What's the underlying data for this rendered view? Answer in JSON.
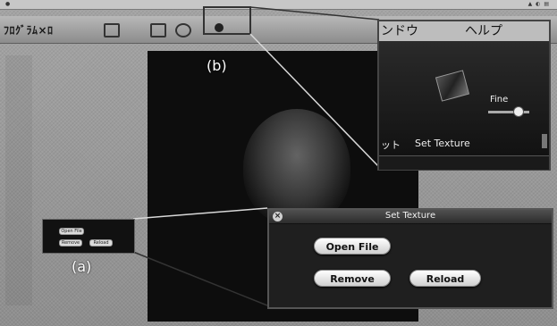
{
  "toolbar": {
    "title": "ﾌﾛｸﾞﾗﾑ×ﾛ"
  },
  "palette": {
    "menu_window": "ンドウ",
    "menu_help": "ヘルプ",
    "fine_label": "Fine",
    "edge_label": "ット",
    "tool_label": "Set Texture"
  },
  "dialog": {
    "title": "Set Texture",
    "open_file_label": "Open File",
    "remove_label": "Remove",
    "reload_label": "Reload"
  },
  "mini_dialog": {
    "b1": "Open File",
    "b2": "Remove",
    "b3": "Reload"
  },
  "callouts": {
    "a": "(a)",
    "b": "(b)"
  }
}
